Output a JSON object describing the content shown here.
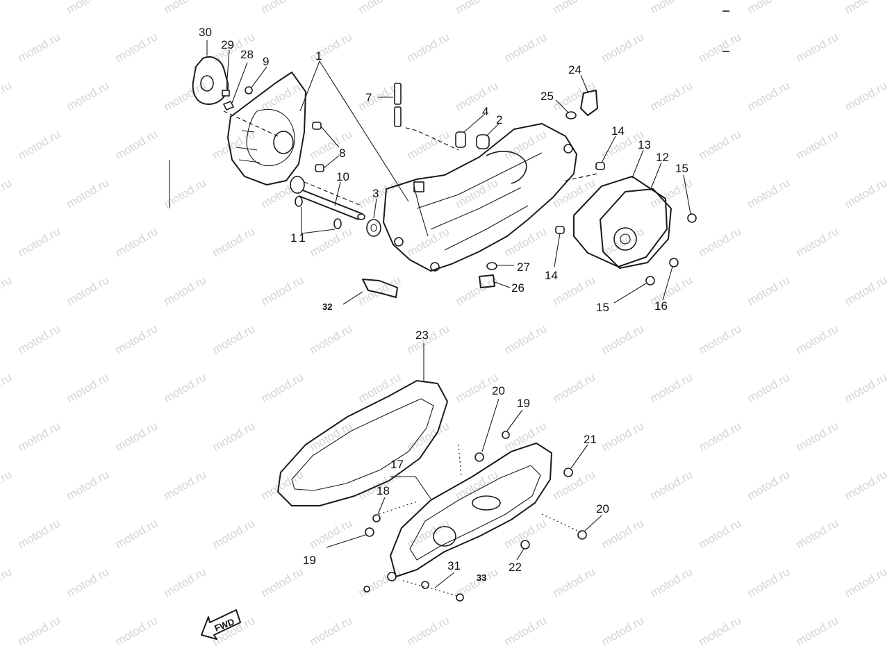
{
  "watermark": "motod.ru",
  "fwd_label": "FWD",
  "part_labels": [
    {
      "id": "l30",
      "text": "30"
    },
    {
      "id": "l29",
      "text": "29"
    },
    {
      "id": "l28",
      "text": "28"
    },
    {
      "id": "l9",
      "text": "9"
    },
    {
      "id": "l1",
      "text": "1"
    },
    {
      "id": "l7",
      "text": "7"
    },
    {
      "id": "l4",
      "text": "4"
    },
    {
      "id": "l2",
      "text": "2"
    },
    {
      "id": "l24",
      "text": "24"
    },
    {
      "id": "l25",
      "text": "25"
    },
    {
      "id": "l14a",
      "text": "14"
    },
    {
      "id": "l13",
      "text": "13"
    },
    {
      "id": "l12",
      "text": "12"
    },
    {
      "id": "l15a",
      "text": "15"
    },
    {
      "id": "l8",
      "text": "8"
    },
    {
      "id": "l10",
      "text": "10"
    },
    {
      "id": "l3",
      "text": "3"
    },
    {
      "id": "l11",
      "text": "11"
    },
    {
      "id": "l27",
      "text": "27"
    },
    {
      "id": "l14b",
      "text": "14"
    },
    {
      "id": "l26",
      "text": "26"
    },
    {
      "id": "l15b",
      "text": "15"
    },
    {
      "id": "l16",
      "text": "16"
    },
    {
      "id": "l32",
      "text": "32"
    },
    {
      "id": "l23",
      "text": "23"
    },
    {
      "id": "l20a",
      "text": "20"
    },
    {
      "id": "l19a",
      "text": "19"
    },
    {
      "id": "l21",
      "text": "21"
    },
    {
      "id": "l17",
      "text": "17"
    },
    {
      "id": "l18",
      "text": "18"
    },
    {
      "id": "l20b",
      "text": "20"
    },
    {
      "id": "l19b",
      "text": "19"
    },
    {
      "id": "l22",
      "text": "22"
    },
    {
      "id": "l31",
      "text": "31"
    },
    {
      "id": "l33",
      "text": "33"
    }
  ]
}
